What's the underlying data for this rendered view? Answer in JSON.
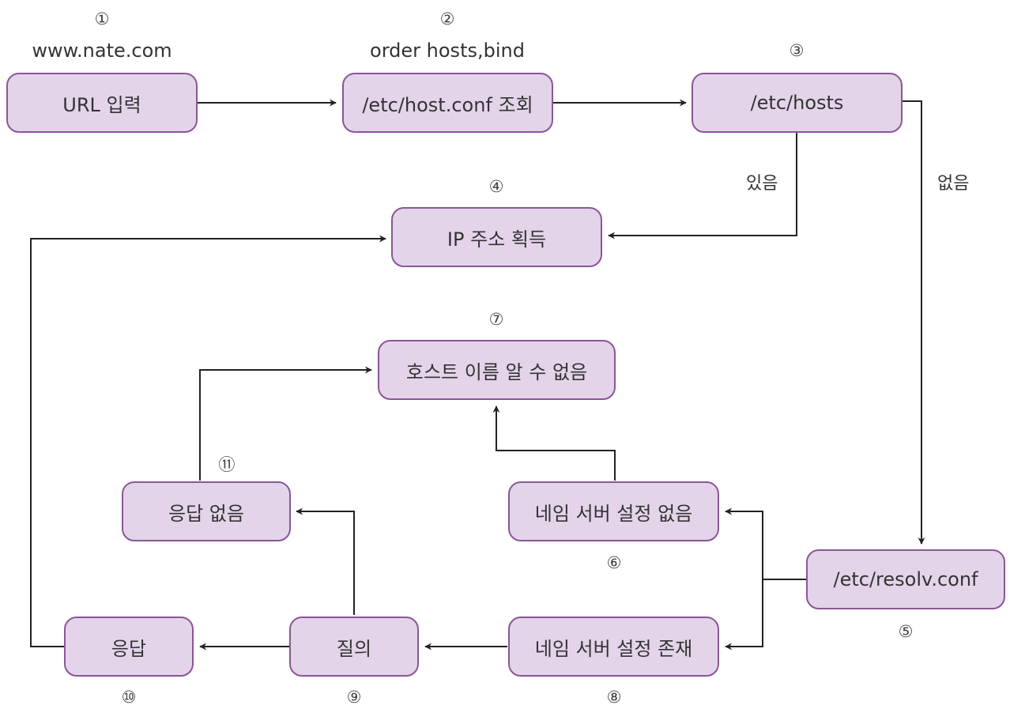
{
  "nodes": {
    "n1": {
      "number": "①",
      "label": "URL 입력",
      "note": "www.nate.com"
    },
    "n2": {
      "number": "②",
      "label": "/etc/host.conf 조회",
      "note": "order hosts,bind"
    },
    "n3": {
      "number": "③",
      "label": "/etc/hosts"
    },
    "n4": {
      "number": "④",
      "label": "IP 주소 획득"
    },
    "n5": {
      "number": "⑤",
      "label": "/etc/resolv.conf"
    },
    "n6": {
      "number": "⑥",
      "label": "네임 서버 설정 없음"
    },
    "n7": {
      "number": "⑦",
      "label": "호스트 이름 알 수 없음"
    },
    "n8": {
      "number": "⑧",
      "label": "네임 서버 설정 존재"
    },
    "n9": {
      "number": "⑨",
      "label": "질의"
    },
    "n10": {
      "number": "⑩",
      "label": "응답"
    },
    "n11": {
      "number": "⑪",
      "label": "응답 없음"
    }
  },
  "edge_labels": {
    "exists": "있음",
    "missing": "없음"
  },
  "colors": {
    "node_fill": "#e4d4ea",
    "node_border": "#8b5596",
    "line": "#222222"
  }
}
